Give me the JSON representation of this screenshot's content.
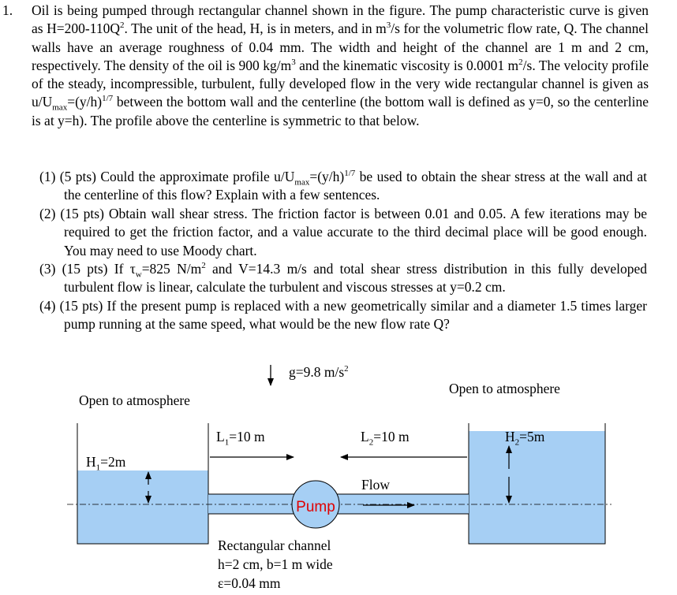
{
  "problem": {
    "number": "1.",
    "intro": [
      "Oil is being pumped through rectangular channel shown in the figure. The pump characteristic curve is given as H=200-110Q",
      "2",
      ". The unit of the head, H, is in meters, and in m",
      "3",
      "/s for the volumetric flow rate, Q. The channel walls have an average roughness of 0.04 mm. The width and height of the channel are 1 m and 2 cm, respectively. The density of the oil is 900 kg/m",
      "3",
      " and the kinematic viscosity is 0.0001 m",
      "2",
      "/s. The velocity profile of the steady, incompressible, turbulent, fully developed flow in the very wide rectangular channel is given as u/U",
      "max",
      "=(y/h)",
      "1/7",
      " between the bottom wall and the centerline (the bottom wall is defined as y=0, so the centerline is at y=h). The profile above the centerline is symmetric to that below."
    ]
  },
  "subquestions": {
    "q1": [
      "(1) (5 pts) Could the approximate profile u/U",
      "max",
      "=(y/h)",
      "1/7",
      " be used to obtain the shear stress at the wall and at the centerline of this flow? Explain with a few sentences."
    ],
    "q2": [
      "(2) (15 pts) Obtain wall shear stress. The friction factor is between 0.01 and 0.05. A few iterations may be required to get the friction factor, and a value accurate to the third decimal place will be good enough. You may need to use Moody chart."
    ],
    "q3": [
      "(3) (15 pts) If τ",
      "w",
      "=825 N/m",
      "2",
      " and V=14.3 m/s and total shear stress distribution in this fully developed turbulent flow is linear, calculate the turbulent and viscous stresses at y=0.2 cm."
    ],
    "q4": [
      "(4) (15 pts) If the present pump is replaced with a new geometrically similar and a diameter 1.5 times larger pump running at the same speed, what would be the new flow rate Q?"
    ]
  },
  "figure": {
    "gravity": [
      "g=9.8 m/s",
      "2"
    ],
    "open_left": "Open to atmosphere",
    "open_right": "Open to atmosphere",
    "L1": [
      "L",
      "1",
      "=10 m"
    ],
    "L2": [
      "L",
      "2",
      "=10 m"
    ],
    "H1": [
      "H",
      "1",
      "=2m"
    ],
    "H2": [
      "H",
      "2",
      "=5m"
    ],
    "flow": "Flow",
    "pump": "Pump",
    "channel_line1": "Rectangular channel",
    "channel_line2": "h=2 cm, b=1 m wide",
    "channel_line3": "ε=0.04 mm",
    "colors": {
      "water": "#a6cff4",
      "pump_text": "#e00000",
      "line": "#000000"
    }
  }
}
